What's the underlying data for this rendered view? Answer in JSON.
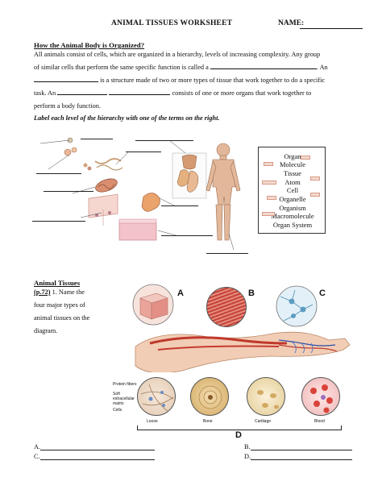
{
  "header": {
    "title": "ANIMAL TISSUES WORKSHEET",
    "name_label": "NAME:"
  },
  "section1": {
    "heading": "How the Animal Body is Organized?",
    "line1": "All animals consist of cells, which are organized in a hierarchy, levels of increasing complexity.  Any group",
    "line2a": "of similar cells that perform the same specific function is called a",
    "line2b": ".  An",
    "line3": "is a structure made of two or more types of tissue that work together to do a specific",
    "line4a": "task.  An",
    "line4b": "consists of one or more organs that work together to",
    "line5": "perform a body function.",
    "instruction": "Label each level of the hierarchy with one of the terms on the right."
  },
  "terms": [
    "Organ",
    "Molecule",
    "Tissue",
    "Atom",
    "Cell",
    "Organelle",
    "Organism",
    "Macromolecule",
    "Organ System"
  ],
  "section2": {
    "heading": "Animal Tissues",
    "page_ref": "(p.72)",
    "q_line1": "1. Name the",
    "q_line2": "four major types of",
    "q_line3": "animal tissues on the",
    "q_line4": "diagram."
  },
  "diagram": {
    "letters": [
      "A",
      "B",
      "C",
      "D"
    ],
    "loose_labels": [
      "Protein fibers",
      "Soft extracellular matrix",
      "Cells"
    ],
    "tissue_names": [
      "Loose",
      "Bone",
      "Cartilage",
      "Blood"
    ]
  },
  "answers": {
    "a": "A.",
    "b": "B.",
    "c": "C.",
    "d": "D."
  }
}
